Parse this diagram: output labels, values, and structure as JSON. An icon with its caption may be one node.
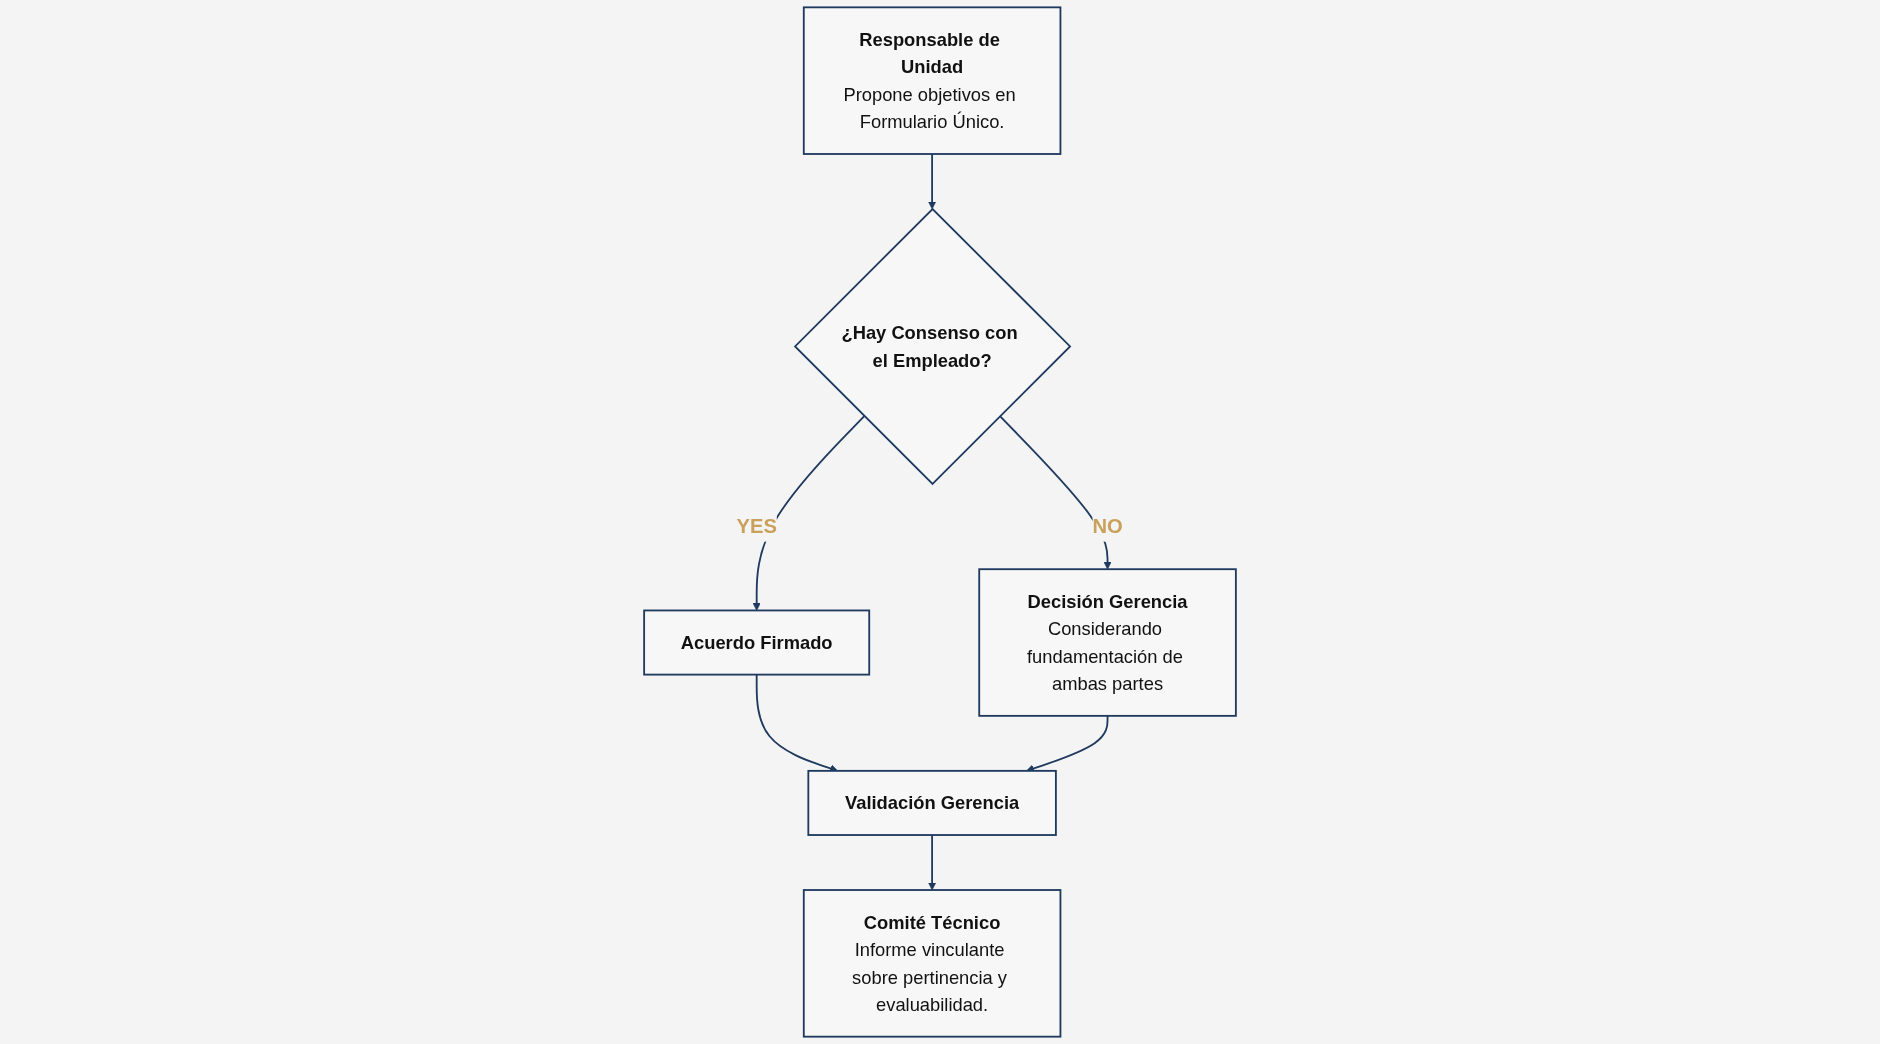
{
  "diagram": {
    "nodes": [
      {
        "text": [
          "Responsable de Unidad",
          "Propone objetivos en Formulario Único."
        ]
      },
      {
        "text": [
          "¿Hay Consenso con el Empleado?"
        ]
      },
      {
        "text": [
          "Acuerdo Firmado"
        ]
      },
      {
        "text": [
          "Decisión Gerencia",
          "Considerando fundamentación de ambas partes"
        ]
      },
      {
        "text": [
          "Validación Gerencia"
        ]
      },
      {
        "text": [
          "Comité Técnico",
          "Informe vinculante sobre pertinencia y evaluabilidad."
        ]
      }
    ],
    "edges": [
      {
        "from": 0,
        "to": 1,
        "arrow": "to"
      },
      {
        "from": 1,
        "to": 2,
        "label": "YES",
        "arrow": "to"
      },
      {
        "from": 1,
        "to": 3,
        "label": "NO",
        "arrow": "to"
      },
      {
        "from": 2,
        "to": 4,
        "arrow": "to"
      },
      {
        "from": 3,
        "to": 4,
        "arrow": "to"
      },
      {
        "from": 4,
        "to": 5,
        "arrow": "to"
      }
    ]
  }
}
